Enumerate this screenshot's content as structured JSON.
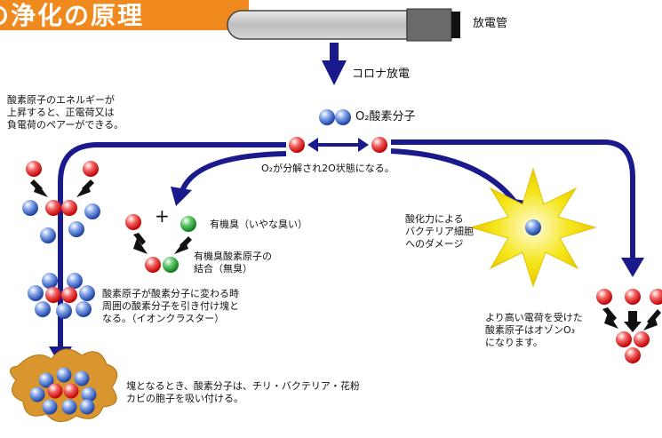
{
  "title": "の浄化の原理",
  "labels": {
    "discharge_tube": "放電管",
    "corona": "コロナ放電",
    "o2_molecule": "O₂酸素分子",
    "o2_split": "O₂が分解され2O状態になる。",
    "energy_rise": "酸素原子のエネルギーが\n上昇すると、正電荷又は\n負電荷のペアーができる。",
    "plus_sign": "+",
    "organic_odor": "有機臭（いやな臭い）",
    "organic_bond": "有機臭酸素原子の\n結合（無臭）",
    "bacteria": "酸化力による\nバクテリア細胞\nへのダメージ",
    "cluster": "酸素原子が酸素分子に変わる時\n周囲の酸素分子を引き付け塊と\nなる。（イオンクラスター）",
    "ozone": "より高い電荷を受けた\n酸素原子はオゾンO₃\nになります。",
    "dust": "塊となるとき、酸素分子は、チリ・バクテリア・花粉\nカビの胞子を吸い付ける。"
  },
  "colors": {
    "arrow": "#1a1a8c",
    "red_atom": "#e01818",
    "blue_atom": "#2a5cc8",
    "green_atom": "#1c9a2c",
    "title_bg": "#f08a1e",
    "star": "#f5e61a",
    "dust_blob": "#d9952e"
  }
}
